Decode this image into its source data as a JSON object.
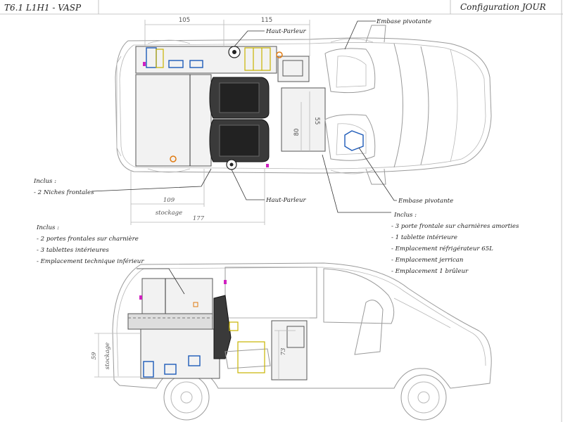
{
  "header": {
    "model": "T6.1 L1H1 - VASP",
    "config": "Configuration JOUR"
  },
  "top_view": {
    "dims": {
      "d105": "105",
      "d115": "115",
      "d55": "55",
      "d80": "80",
      "d109": "109",
      "stockage": "stockage",
      "d177": "177"
    },
    "labels": {
      "haut_parleur_top": "Haut-Parleur",
      "embase_top": "Embase pivotante",
      "haut_parleur_bottom": "Haut-Parleur",
      "embase_bottom": "Embase pivotante"
    }
  },
  "notes": {
    "left_small": [
      "Inclus :",
      "- 2 Niches frontales"
    ],
    "left": [
      "Inclus :",
      "- 2 portes frontales sur charnière",
      "- 3 tablettes intérieures",
      "- Emplacement technique inférieur"
    ],
    "right": [
      "Inclus :",
      "- 3 porte frontale sur charnières amorties",
      "- 1 tablette intérieure",
      "- Emplacement réfrigérateur 65L",
      "- Emplacement jerrican",
      "- Emplacement 1 brûleur"
    ]
  },
  "side_view": {
    "dims": {
      "d59": "59",
      "stockage": "stockage",
      "d73": "73"
    }
  },
  "colors": {
    "line": "#9a9a9a",
    "accent_blue": "#1d5ab8",
    "accent_yellow": "#c9b400",
    "accent_orange": "#e07a10",
    "accent_magenta": "#d020c0"
  }
}
